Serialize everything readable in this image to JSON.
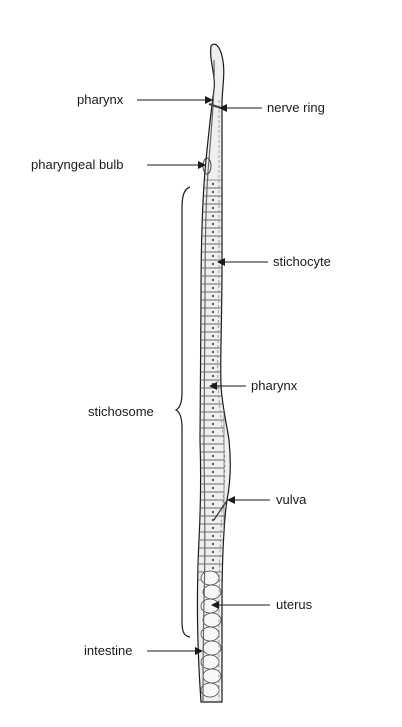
{
  "labels": {
    "pharynx_top": "pharynx",
    "nerve_ring": "nerve ring",
    "pharyngeal_bulb": "pharyngeal bulb",
    "stichocyte": "stichocyte",
    "stichosome": "stichosome",
    "pharynx_mid": "pharynx",
    "vulva": "vulva",
    "uterus": "uterus",
    "intestine": "intestine"
  },
  "colors": {
    "ink": "#1a1a1a",
    "body_fill": "#efefef",
    "cell_stroke": "#555555",
    "background": "#ffffff"
  }
}
